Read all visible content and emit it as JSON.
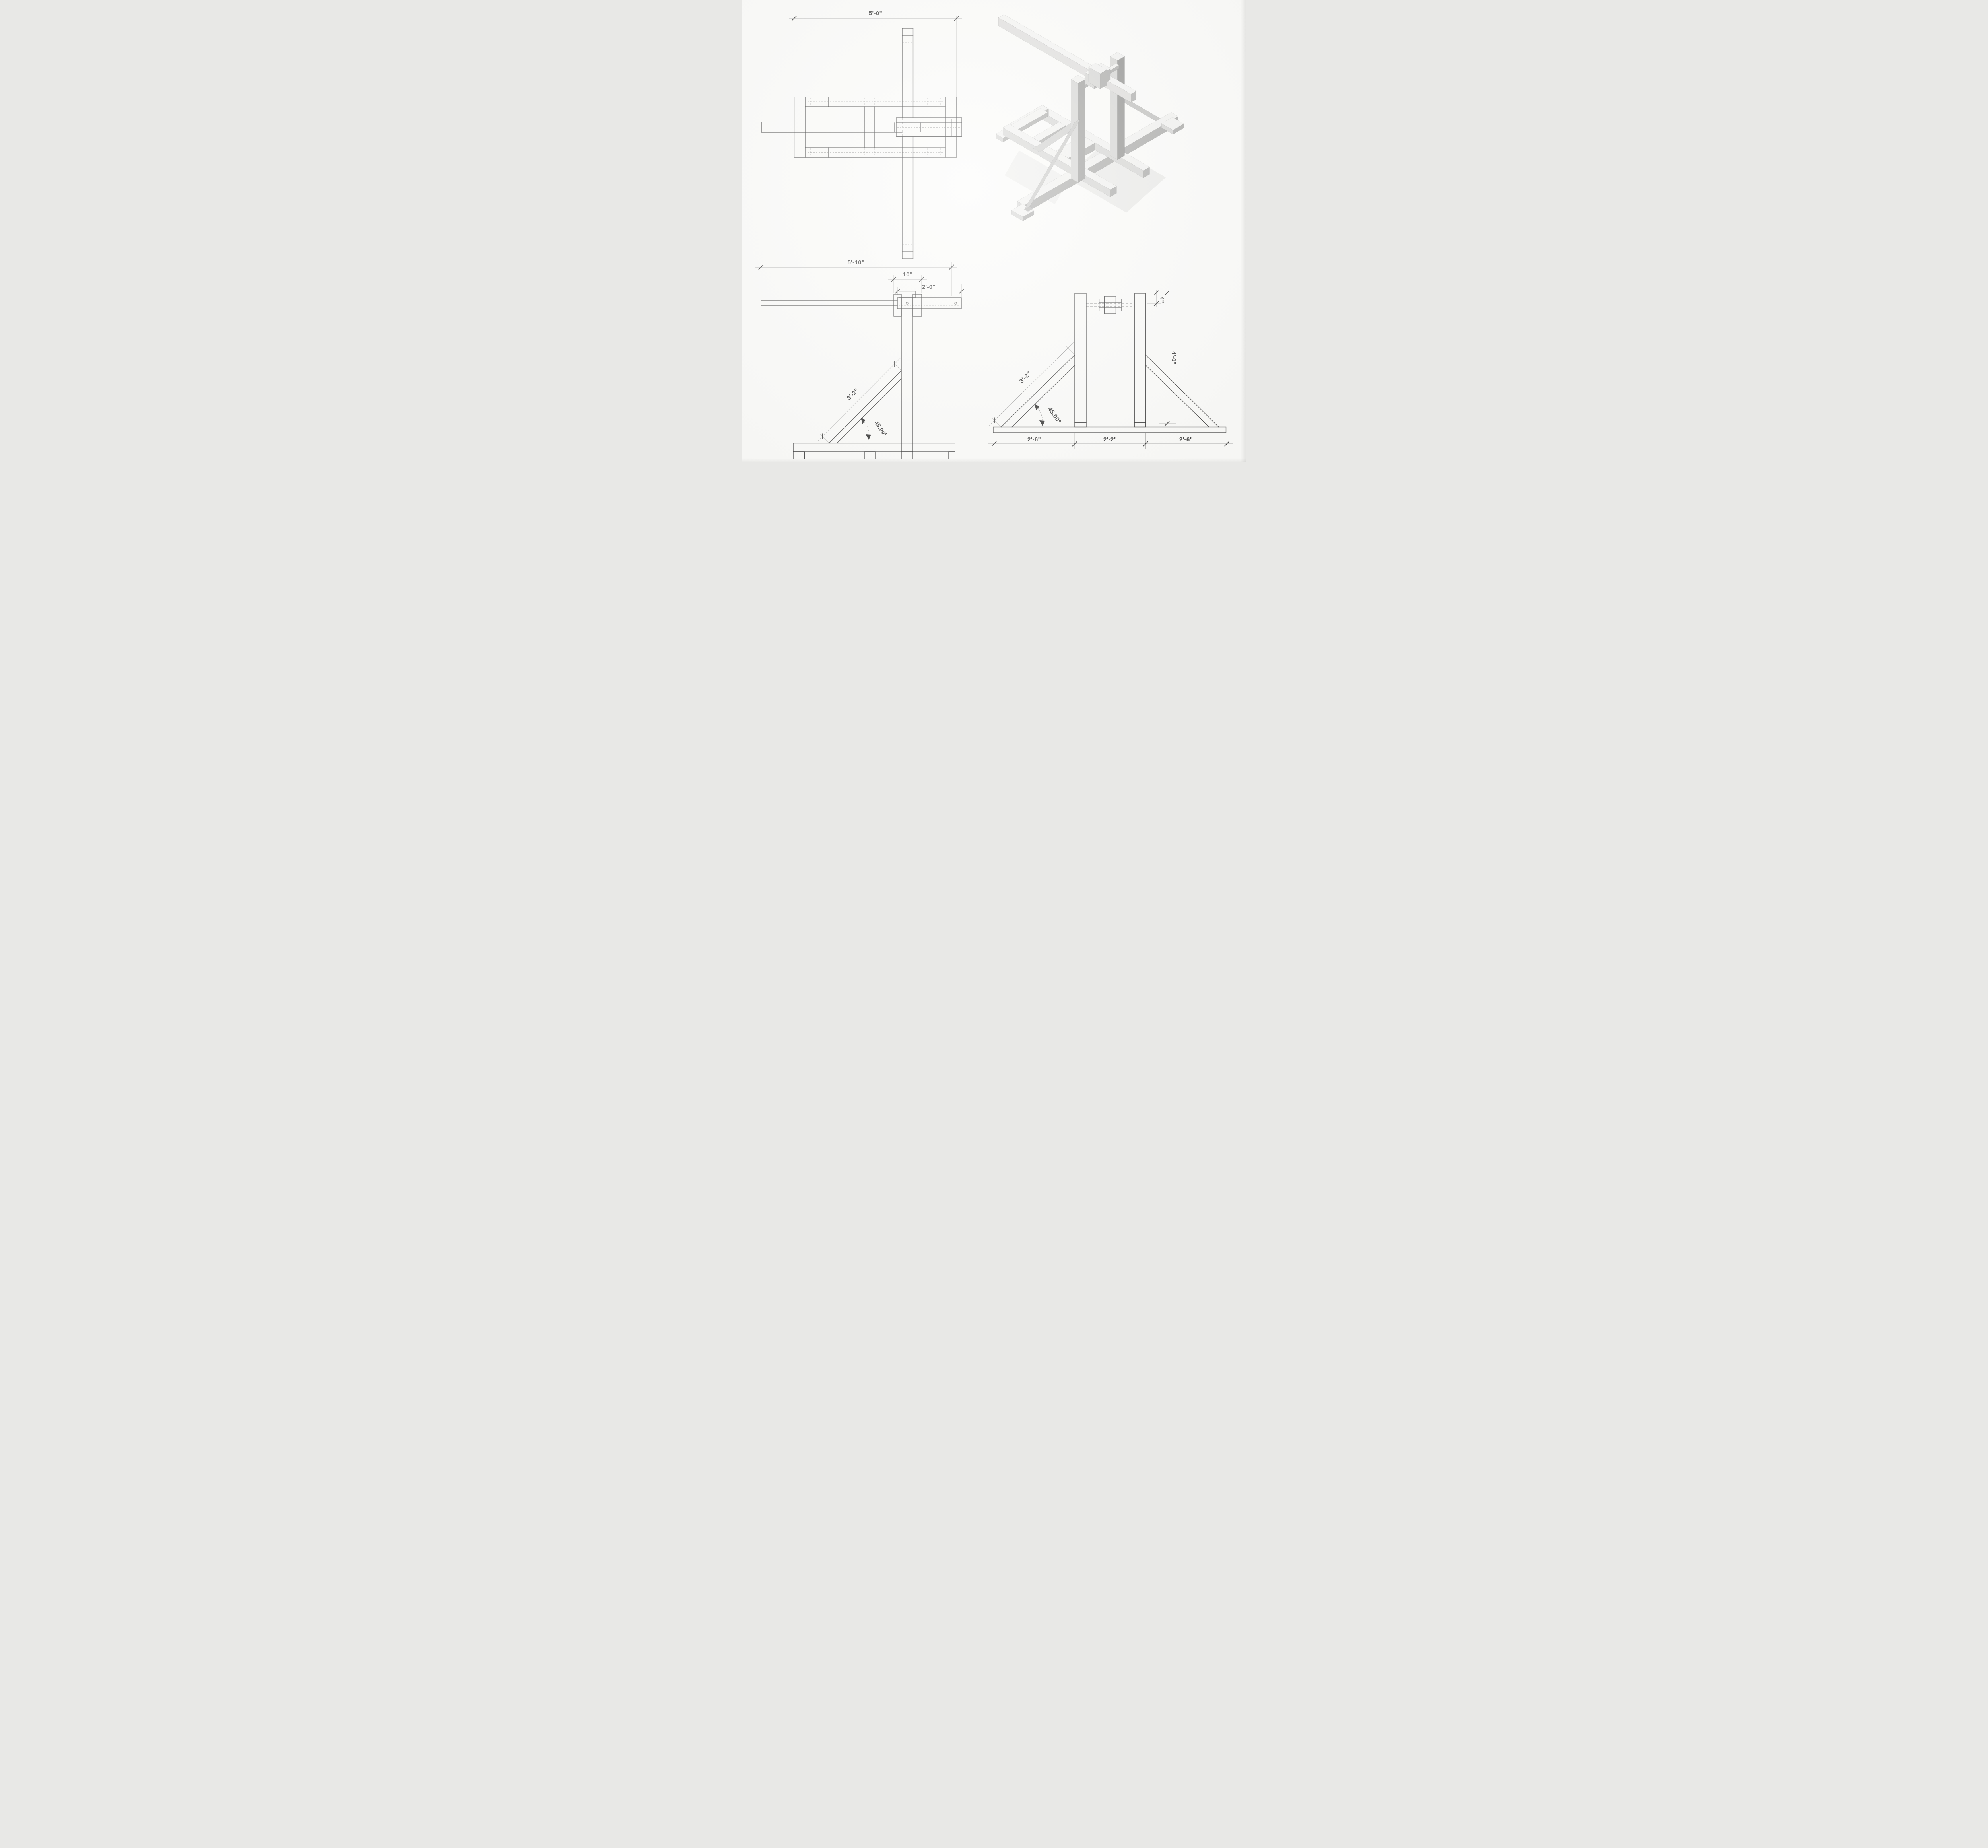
{
  "sheet": {
    "background": "#fbfbf9",
    "line_color": "#262626",
    "dim_color": "#8a8a8a",
    "iso_top_color": "#f2f2f0",
    "iso_left_color": "#d5d5d3",
    "iso_right_color": "#a9a9a7"
  },
  "views": {
    "plan": {
      "dims": {
        "overall_width": "5'-0\""
      }
    },
    "side": {
      "dims": {
        "overall_length": "5'-10\"",
        "pivot_block": "10\"",
        "arm_front": "2'-0\"",
        "brace_length": "3'-2\"",
        "brace_angle": "45.00°"
      }
    },
    "front": {
      "dims": {
        "axle_drop": "4\"",
        "post_height": "4'-0\"",
        "brace_length": "3'-2\"",
        "brace_angle": "45.00°",
        "base_left": "2'-6\"",
        "base_center": "2'-2\"",
        "base_right": "2'-6\""
      }
    }
  }
}
